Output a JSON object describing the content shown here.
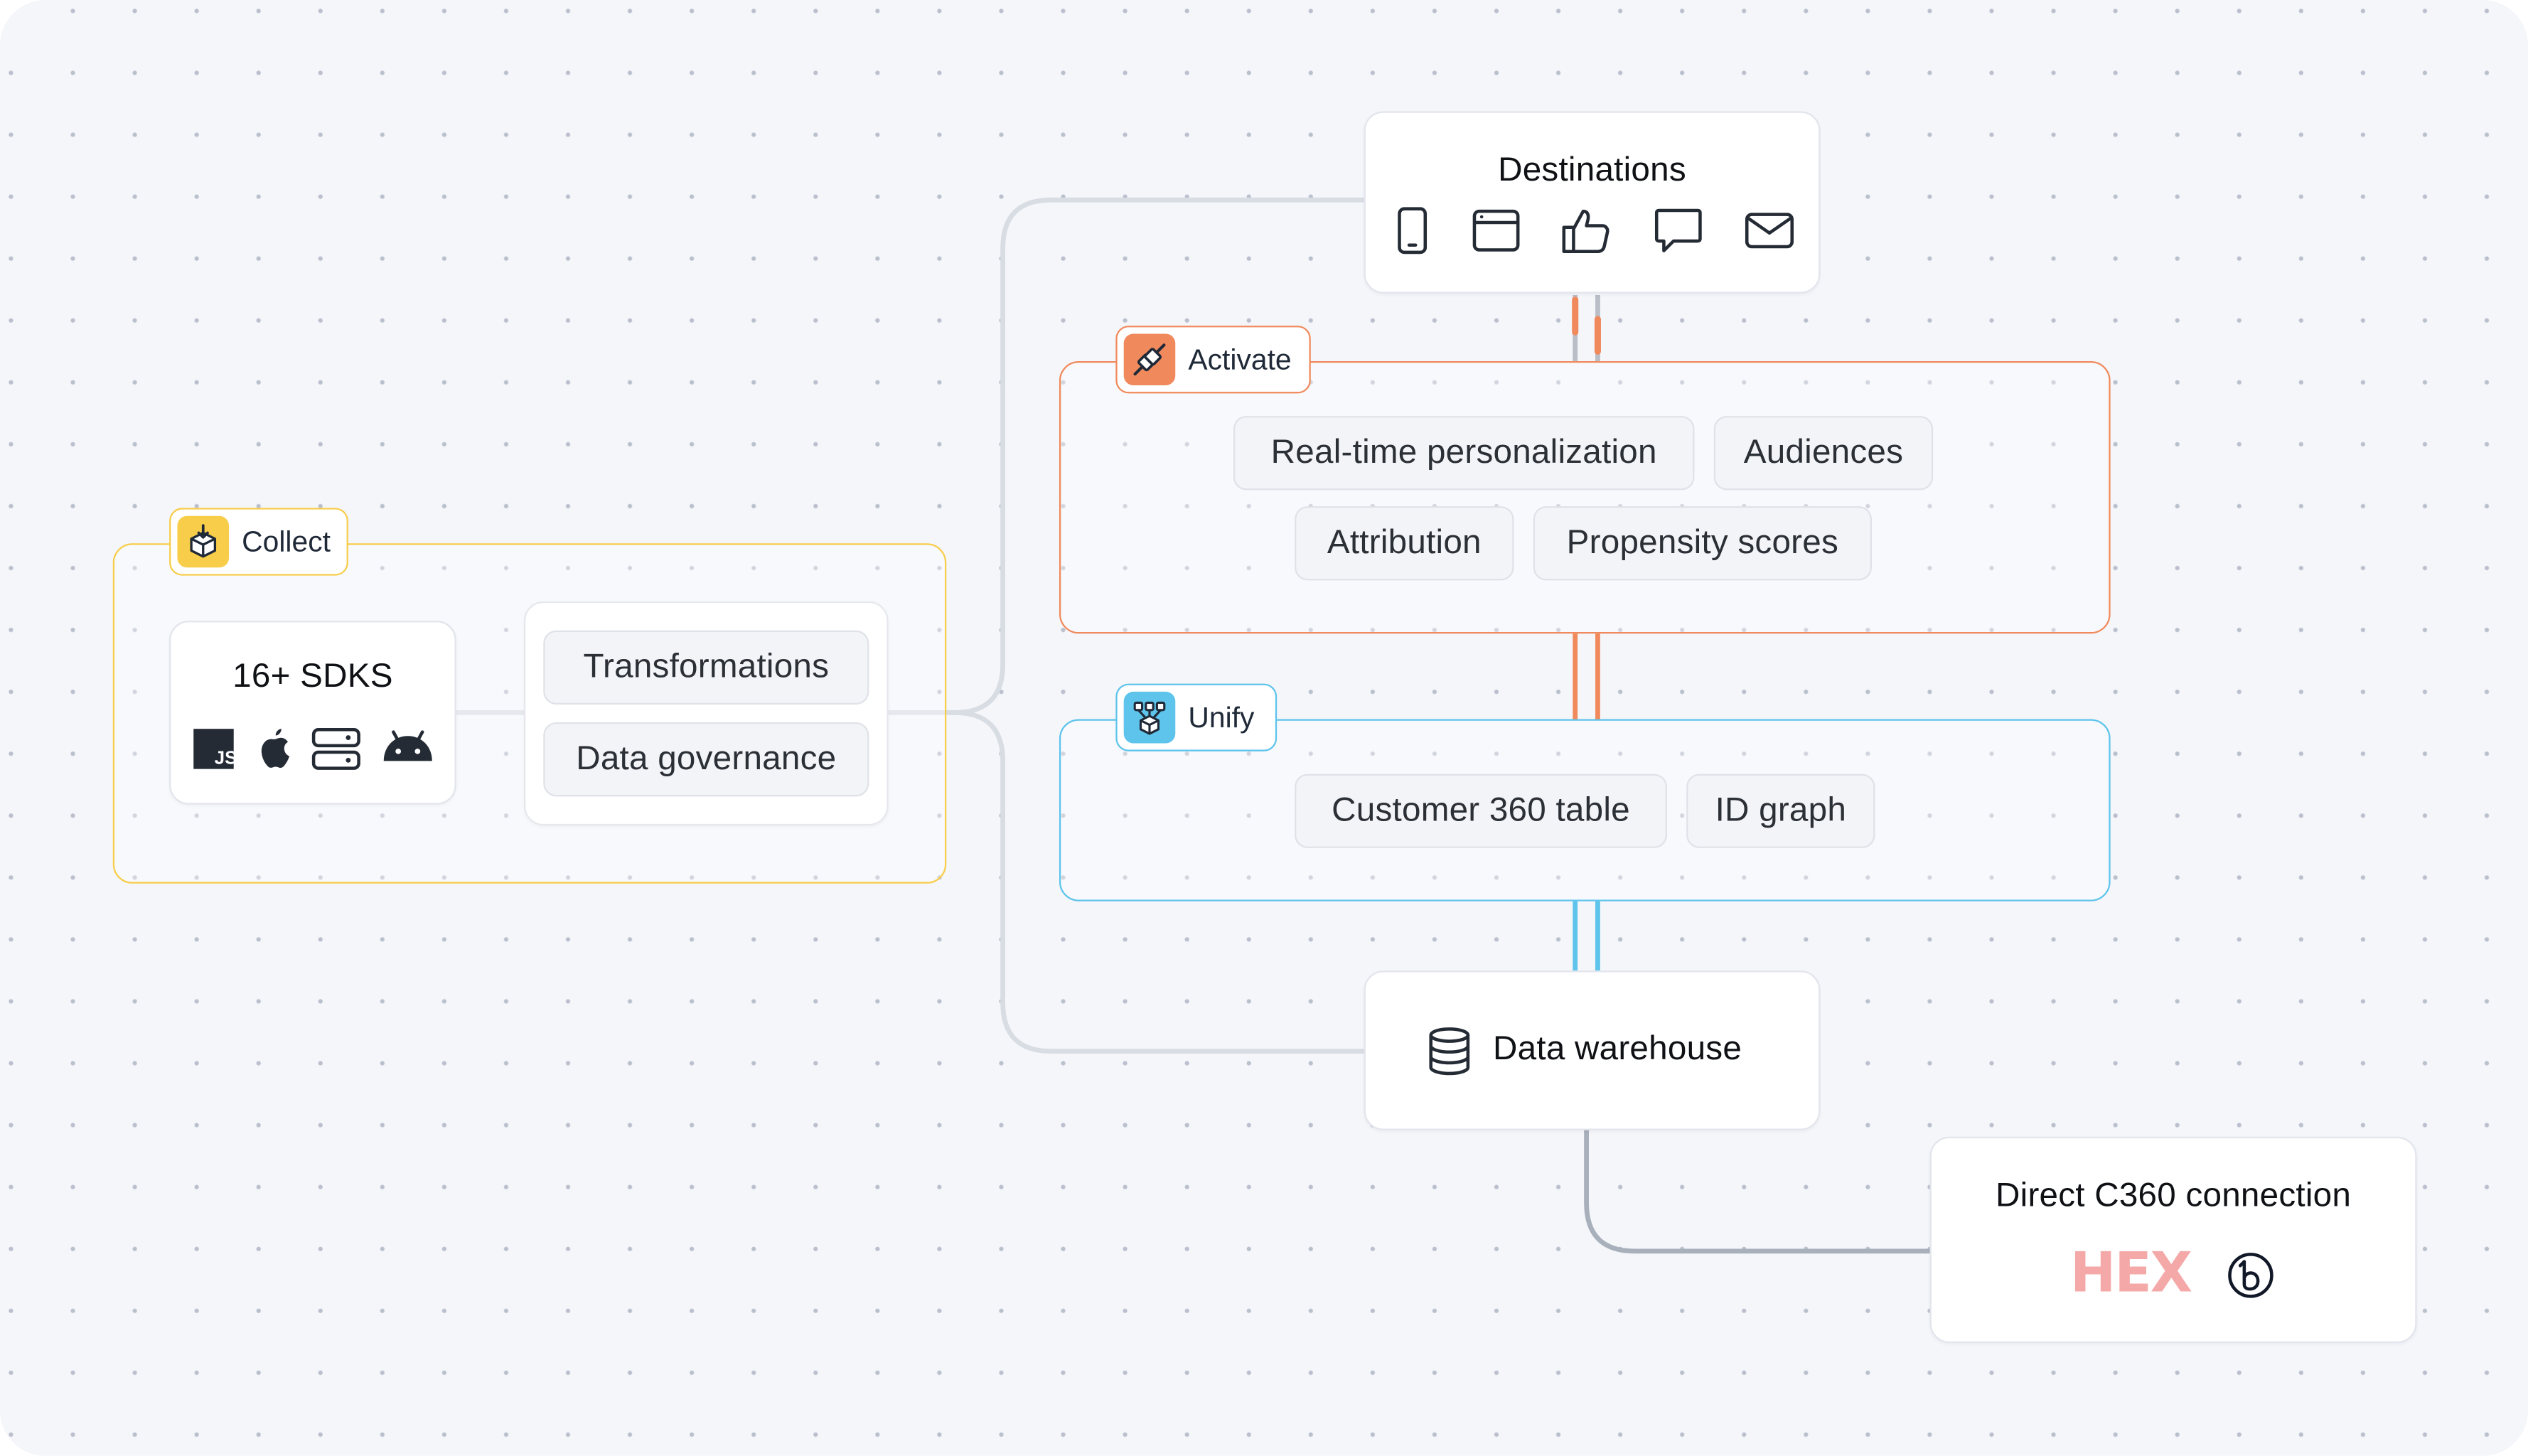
{
  "collect": {
    "label": "Collect",
    "sdk_card": {
      "title": "16+ SDKS",
      "icons": [
        "javascript-icon",
        "apple-icon",
        "server-icon",
        "android-icon"
      ]
    },
    "items": [
      "Transformations",
      "Data governance"
    ]
  },
  "activate": {
    "label": "Activate",
    "items": [
      "Real-time personalization",
      "Audiences",
      "Attribution",
      "Propensity scores"
    ]
  },
  "unify": {
    "label": "Unify",
    "items": [
      "Customer 360 table",
      "ID graph"
    ]
  },
  "destinations": {
    "title": "Destinations",
    "icons": [
      "mobile-icon",
      "browser-window-icon",
      "thumbs-up-icon",
      "chat-bubble-icon",
      "email-icon"
    ]
  },
  "warehouse": {
    "title": "Data warehouse",
    "icon": "database-icon"
  },
  "direct_connection": {
    "title": "Direct C360 connection",
    "logos": [
      "hex-logo",
      "b-logo"
    ],
    "hex_wordmark": "HEX"
  },
  "colors": {
    "collect": "#f7cd4a",
    "activate": "#f08a5d",
    "unify": "#5ec4ec",
    "wire": "#d8dce3",
    "wire_dark": "#a8b0bb"
  }
}
